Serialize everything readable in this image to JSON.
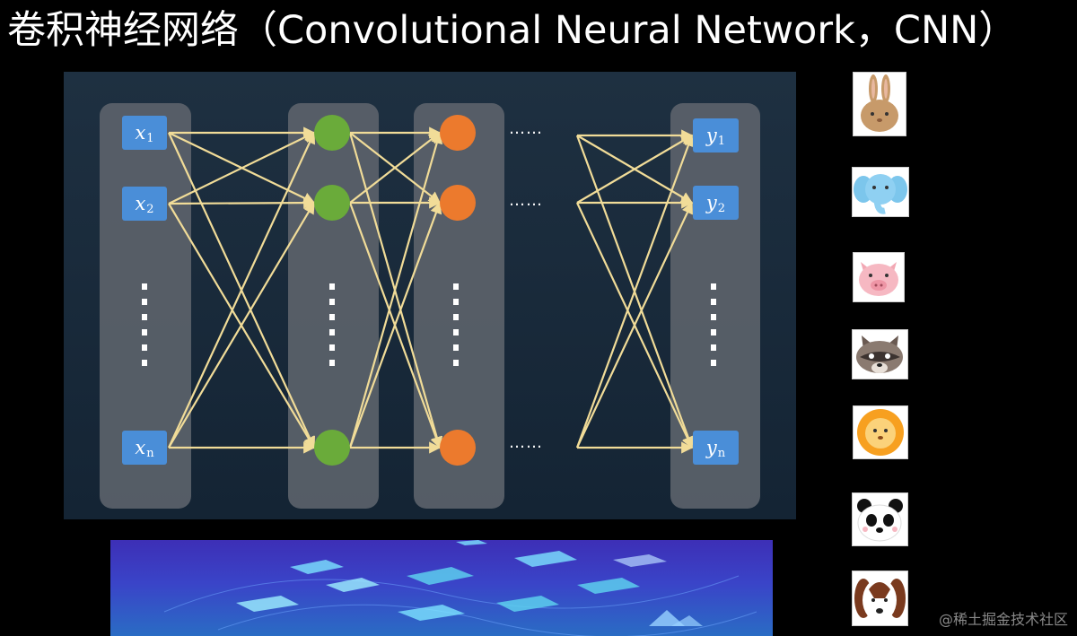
{
  "title": "卷积神经网络（Convolutional Neural Network，CNN）",
  "inputs": [
    {
      "base": "x",
      "sub": "1"
    },
    {
      "base": "x",
      "sub": "2"
    },
    {
      "base": "x",
      "sub": "n"
    }
  ],
  "outputs": [
    {
      "base": "y",
      "sub": "1"
    },
    {
      "base": "y",
      "sub": "2"
    },
    {
      "base": "y",
      "sub": "n"
    }
  ],
  "ellipsis": "……",
  "colors": {
    "hidden1": "#6aab3a",
    "hidden2": "#ec7a2d",
    "edge": "#f1dc98",
    "input_box": "#4a8ed8",
    "column": "#5b626a"
  },
  "animal_icons": [
    "rabbit-icon",
    "elephant-icon",
    "pig-icon",
    "raccoon-icon",
    "lion-icon",
    "panda-icon",
    "dog-icon"
  ],
  "watermark": "@稀土掘金技术社区"
}
